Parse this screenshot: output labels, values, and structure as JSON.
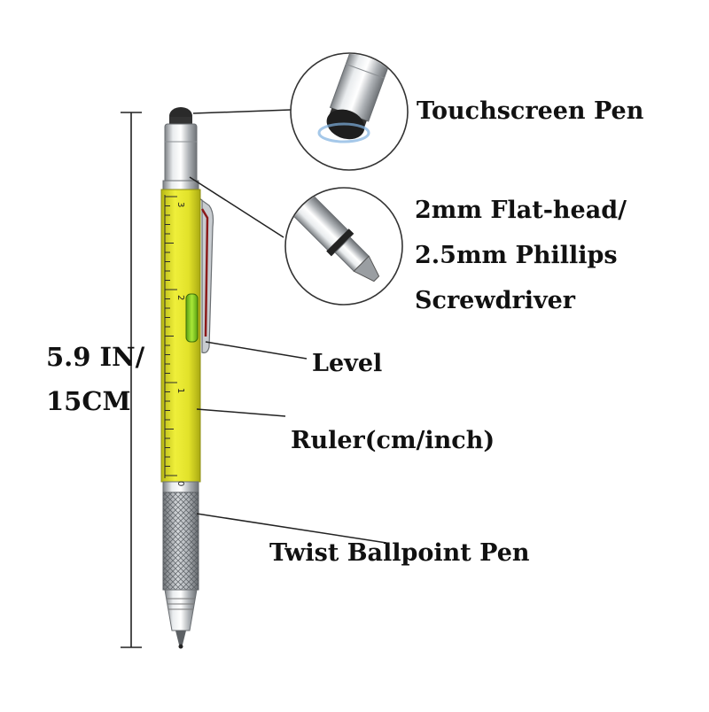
{
  "callouts": {
    "touchscreen": "Touchscreen Pen",
    "screwdriver": "2mm Flat-head/\n2.5mm Phillips\nScrewdriver",
    "level": "Level",
    "ruler": "Ruler(cm/inch)",
    "twist": "Twist Ballpoint Pen"
  },
  "dimension": {
    "text": "5.9 IN/\n15CM"
  },
  "ruler_marks": [
    "3",
    "2",
    "1",
    "0"
  ],
  "colors": {
    "barrel": "#e6e62a",
    "barrel_shade": "#c9c91a",
    "chrome": "#b8bcc0",
    "level_vial": "#8fd11e",
    "clip": "#c8ccd0",
    "stylus_tip": "#2a2a2a",
    "line": "#222222"
  },
  "icons": {
    "dimension_bar": "vertical-dimension-icon",
    "magnifier_top": "stylus-closeup-icon",
    "magnifier_mid": "screwdriver-closeup-icon"
  }
}
